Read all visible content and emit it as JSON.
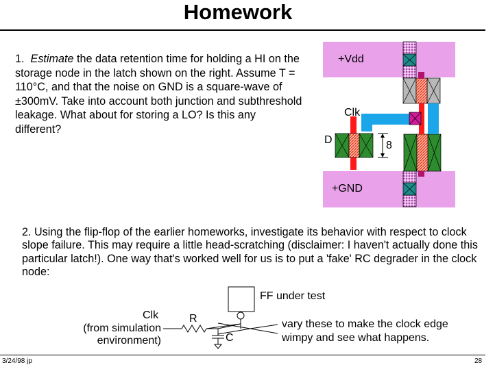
{
  "header": {
    "title": "Homework"
  },
  "problem1": {
    "number": "1.",
    "emphasis": "Estimate",
    "text": " the data retention time for holding a HI on the storage node in the latch shown on the right.  Assume T = 110°C, and that the noise on GND is a square-wave of ±300mV.  Take into account both junction and subthreshold leakage.  What about for storing a LO?  Is this any different?"
  },
  "layout_labels": {
    "vdd": "+Vdd",
    "gnd": "+GND",
    "clk": "Clk",
    "d": "D",
    "width": "8"
  },
  "problem2": {
    "text": "2.  Using the flip-flop of the earlier homeworks, investigate its behavior with respect to clock slope failure.  This may require a little head-scratching (disclaimer:  I haven't actually done this particular latch!).  One way that's worked well for us is to put a 'fake' RC degrader in the clock node:"
  },
  "schematic": {
    "ff_label": "FF under test",
    "clk": "Clk",
    "clk_src1": "(from simulation",
    "clk_src2": "environment)",
    "r": "R",
    "c": "C",
    "note1": "vary these to make the clock edge",
    "note2": "wimpy and see what happens."
  },
  "footer": {
    "left": "3/24/98 jp",
    "right": "28"
  },
  "colors": {
    "magenta": "#e9a2ea",
    "green": "#2e8b2e",
    "red": "#ff1a1a",
    "cyan": "#1aa6e8",
    "purple": "#b0126e"
  }
}
